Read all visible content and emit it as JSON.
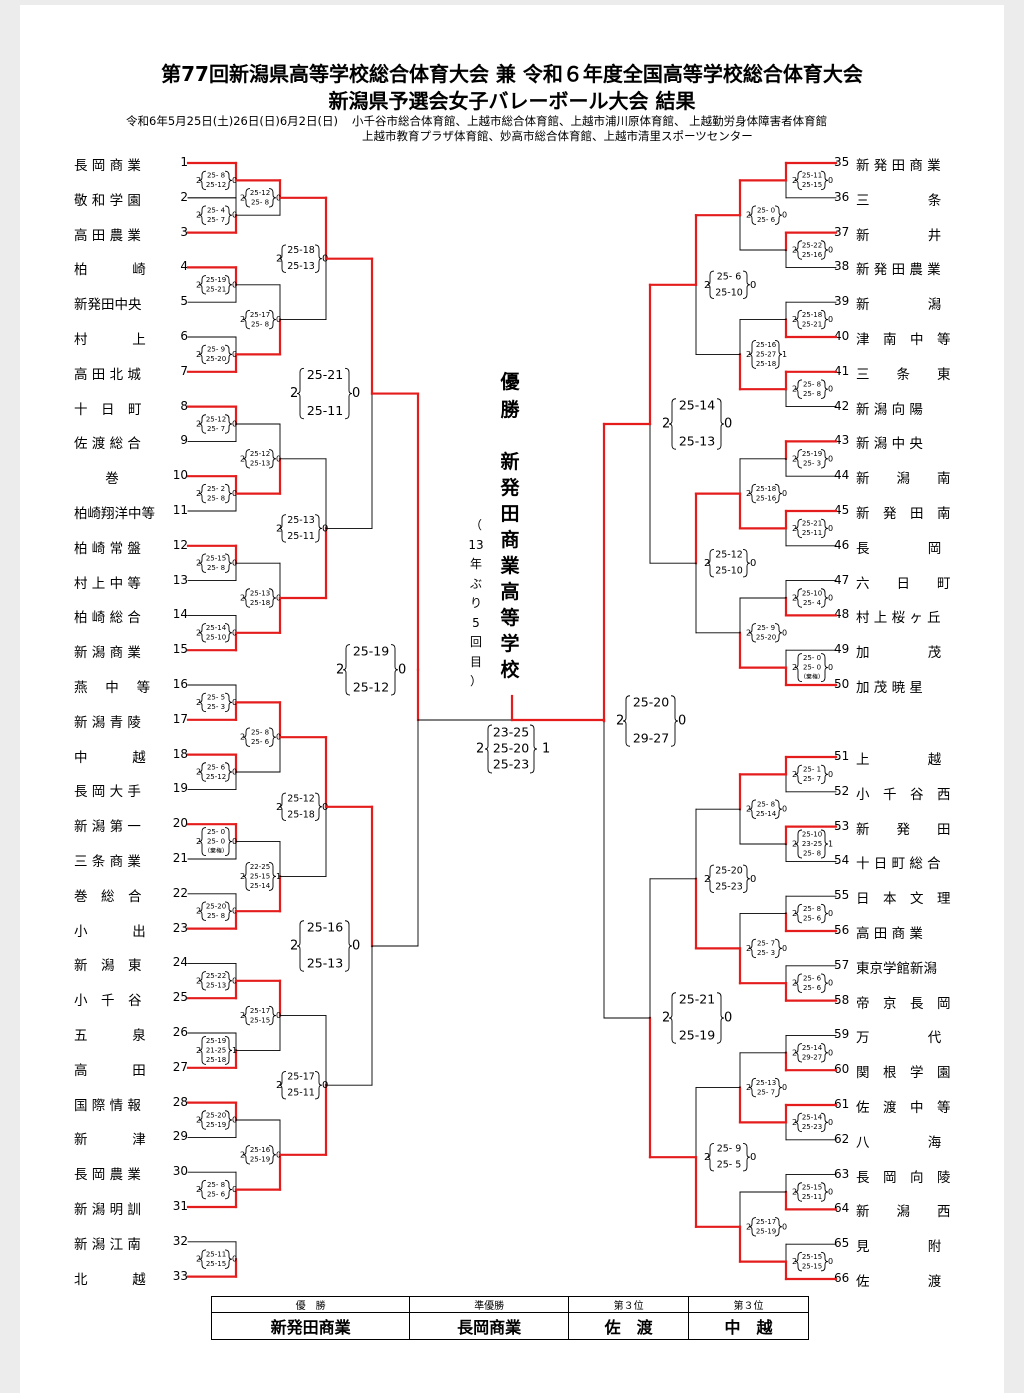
{
  "header": {
    "title_line1": "第77回新潟県高等学校総合体育大会 兼 令和６年度全国高等学校総合体育大会",
    "title_line2": "新潟県予選会女子バレーボール大会 結果",
    "dates": "令和6年5月25日(土)26日(日)6月2日(日)",
    "venues_line1": "小千谷市総合体育館、上越市総合体育館、上越市浦川原体育館、 上越勤労身体障害者体育館",
    "venues_line2": "上越市教育プラザ体育館、妙高市総合体育館、上越市清里スポーツセンター"
  },
  "teams_left": [
    {
      "no": "1",
      "name": "長 岡 商 業"
    },
    {
      "no": "2",
      "name": "敬 和 学 園"
    },
    {
      "no": "3",
      "name": "高 田 農 業"
    },
    {
      "no": "4",
      "name": "柏　　　 崎"
    },
    {
      "no": "5",
      "name": "新発田中央"
    },
    {
      "no": "6",
      "name": "村　　　 上"
    },
    {
      "no": "7",
      "name": "高 田 北 城"
    },
    {
      "no": "8",
      "name": "十　日　町"
    },
    {
      "no": "9",
      "name": "佐 渡 総 合"
    },
    {
      "no": "10",
      "name": "　　 巻"
    },
    {
      "no": "11",
      "name": "柏崎翔洋中等"
    },
    {
      "no": "12",
      "name": "柏 崎 常 盤"
    },
    {
      "no": "13",
      "name": "村 上 中 等"
    },
    {
      "no": "14",
      "name": "柏 崎 総 合"
    },
    {
      "no": "15",
      "name": "新 潟 商 業"
    },
    {
      "no": "16",
      "name": "燕　 中　 等"
    },
    {
      "no": "17",
      "name": "新 潟 青 陵"
    },
    {
      "no": "18",
      "name": "中　　　 越"
    },
    {
      "no": "19",
      "name": "長 岡 大 手"
    },
    {
      "no": "20",
      "name": "新 潟 第 一"
    },
    {
      "no": "21",
      "name": "三 条 商 業"
    },
    {
      "no": "22",
      "name": "巻　総　合"
    },
    {
      "no": "23",
      "name": "小　　　 出"
    },
    {
      "no": "24",
      "name": "新　潟　東"
    },
    {
      "no": "25",
      "name": "小　千　谷"
    },
    {
      "no": "26",
      "name": "五　　　 泉"
    },
    {
      "no": "27",
      "name": "高　　　 田"
    },
    {
      "no": "28",
      "name": "国 際 情 報"
    },
    {
      "no": "29",
      "name": "新　　　 津"
    },
    {
      "no": "30",
      "name": "長 岡 農 業"
    },
    {
      "no": "31",
      "name": "新 潟 明 訓"
    },
    {
      "no": "32",
      "name": "新 潟 江 南"
    },
    {
      "no": "33",
      "name": "北　　　 越"
    }
  ],
  "teams_right": [
    {
      "no": "35",
      "name": "新 発 田 商 業"
    },
    {
      "no": "36",
      "name": "三　　　　 条"
    },
    {
      "no": "37",
      "name": "新　　　　 井"
    },
    {
      "no": "38",
      "name": "新 発 田 農 業"
    },
    {
      "no": "39",
      "name": "新　　　　 潟"
    },
    {
      "no": "40",
      "name": "津　南　中　等"
    },
    {
      "no": "41",
      "name": "三　　条　　東"
    },
    {
      "no": "42",
      "name": "新 潟 向 陽"
    },
    {
      "no": "43",
      "name": "新 潟 中 央"
    },
    {
      "no": "44",
      "name": "新　　潟　　南"
    },
    {
      "no": "45",
      "name": "新　発　田　南"
    },
    {
      "no": "46",
      "name": "長　　　　 岡"
    },
    {
      "no": "47",
      "name": "六　　日　　町"
    },
    {
      "no": "48",
      "name": "村 上 桜 ヶ 丘"
    },
    {
      "no": "49",
      "name": "加　　　　 茂"
    },
    {
      "no": "50",
      "name": "加 茂 暁 星"
    },
    {
      "no": "51",
      "name": "上　　　　 越"
    },
    {
      "no": "52",
      "name": "小　千　谷　西"
    },
    {
      "no": "53",
      "name": "新　　発　　田"
    },
    {
      "no": "54",
      "name": "十 日 町 総 合"
    },
    {
      "no": "55",
      "name": "日　本　文　理"
    },
    {
      "no": "56",
      "name": "高 田 商 業"
    },
    {
      "no": "57",
      "name": "東京学館新潟"
    },
    {
      "no": "58",
      "name": "帝　京　長　岡"
    },
    {
      "no": "59",
      "name": "万　　　　 代"
    },
    {
      "no": "60",
      "name": "関　根　学　園"
    },
    {
      "no": "61",
      "name": "佐　渡　中　等"
    },
    {
      "no": "62",
      "name": "八　　　　 海"
    },
    {
      "no": "63",
      "name": "長　岡　向　陵"
    },
    {
      "no": "64",
      "name": "新　　潟　　西"
    },
    {
      "no": "65",
      "name": "見　　　　 附"
    },
    {
      "no": "66",
      "name": "佐　　　　 渡"
    }
  ],
  "winner_banner": {
    "label": [
      "優",
      "勝"
    ],
    "school": [
      "新",
      "発",
      "田",
      "商",
      "業",
      "高",
      "等",
      "学",
      "校"
    ],
    "note": [
      "（",
      "13",
      "年",
      "ぶ",
      "り",
      "5",
      "回",
      "目",
      "）"
    ]
  },
  "results_table": {
    "headers": [
      "優　勝",
      "準優勝",
      "第３位",
      "第３位"
    ],
    "values": [
      "新発田商業",
      "長岡商業",
      "佐　渡",
      "中　越"
    ]
  },
  "matches": [
    {
      "side": "L",
      "a": 0,
      "b": 1,
      "win": "a",
      "g": 2,
      "l": 0,
      "sets": [
        "25- 8",
        "25-12"
      ],
      "sz": "s"
    },
    {
      "side": "L",
      "a": 1,
      "b": 2,
      "win": "b",
      "g": 2,
      "l": 0,
      "sets": [
        "25- 4",
        "25- 7"
      ],
      "sz": "s",
      "lv": 0
    },
    {
      "side": "L",
      "a": 3,
      "b": 4,
      "win": "a",
      "g": 2,
      "l": 0,
      "sets": [
        "25-19",
        "25-21"
      ],
      "sz": "s"
    },
    {
      "side": "L",
      "a": 5,
      "b": 6,
      "win": "b",
      "g": 2,
      "l": 0,
      "sets": [
        "25- 9",
        "25-20"
      ],
      "sz": "s"
    },
    {
      "side": "L",
      "a": 7,
      "b": 8,
      "win": "a",
      "g": 2,
      "l": 0,
      "sets": [
        "25-12",
        "25- 7"
      ],
      "sz": "s"
    },
    {
      "side": "L",
      "a": 9,
      "b": 10,
      "win": "a",
      "g": 2,
      "l": 0,
      "sets": [
        "25- 2",
        "25- 8"
      ],
      "sz": "s"
    },
    {
      "side": "L",
      "a": 11,
      "b": 12,
      "win": "a",
      "g": 2,
      "l": 0,
      "sets": [
        "25-15",
        "25- 8"
      ],
      "sz": "s"
    },
    {
      "side": "L",
      "a": 13,
      "b": 14,
      "win": "b",
      "g": 2,
      "l": 0,
      "sets": [
        "25-14",
        "25-10"
      ],
      "sz": "s"
    },
    {
      "side": "L",
      "a": 15,
      "b": 16,
      "win": "b",
      "g": 2,
      "l": 0,
      "sets": [
        "25- 5",
        "25- 3"
      ],
      "sz": "s"
    },
    {
      "side": "L",
      "a": 17,
      "b": 18,
      "win": "a",
      "g": 2,
      "l": 0,
      "sets": [
        "25- 6",
        "25-12"
      ],
      "sz": "s"
    },
    {
      "side": "L",
      "a": 19,
      "b": 20,
      "win": "a",
      "g": 2,
      "l": 0,
      "sets": [
        "25- 0",
        "25- 0",
        "(棄権)"
      ],
      "sz": "s"
    },
    {
      "side": "L",
      "a": 21,
      "b": 22,
      "win": "b",
      "g": 2,
      "l": 0,
      "sets": [
        "25-20",
        "25- 8"
      ],
      "sz": "s"
    },
    {
      "side": "L",
      "a": 23,
      "b": 24,
      "win": "b",
      "g": 2,
      "l": 0,
      "sets": [
        "25-22",
        "25-13"
      ],
      "sz": "s"
    },
    {
      "side": "L",
      "a": 25,
      "b": 26,
      "win": "b",
      "g": 2,
      "l": 1,
      "sets": [
        "25-19",
        "21-25",
        "25-18"
      ],
      "sz": "s"
    },
    {
      "side": "L",
      "a": 27,
      "b": 28,
      "win": "a",
      "g": 2,
      "l": 0,
      "sets": [
        "25-20",
        "25-19"
      ],
      "sz": "s"
    },
    {
      "side": "L",
      "a": 29,
      "b": 30,
      "win": "b",
      "g": 2,
      "l": 0,
      "sets": [
        "25- 8",
        "25- 6"
      ],
      "sz": "s"
    },
    {
      "side": "L",
      "a": 31,
      "b": 32,
      "win": "b",
      "g": 2,
      "l": 0,
      "sets": [
        "25-11",
        "25-15"
      ],
      "sz": "s"
    },
    {
      "side": "L",
      "a": "m0",
      "b": "m1",
      "win": "a",
      "g": 2,
      "l": 0,
      "sets": [
        "25-12",
        "25- 8"
      ],
      "sz": "s"
    },
    {
      "side": "L",
      "a": "m2",
      "b": "m3",
      "win": "b",
      "g": 2,
      "l": 0,
      "sets": [
        "25-17",
        "25- 8"
      ],
      "sz": "s"
    },
    {
      "side": "L",
      "a": "m4",
      "b": "m5",
      "win": "b",
      "g": 2,
      "l": 0,
      "sets": [
        "25-12",
        "25-13"
      ],
      "sz": "s"
    },
    {
      "side": "L",
      "a": "m6",
      "b": "m7",
      "win": "b",
      "g": 2,
      "l": 0,
      "sets": [
        "25-13",
        "25-18"
      ],
      "sz": "s"
    },
    {
      "side": "L",
      "a": "m8",
      "b": "m9",
      "win": "a",
      "g": 2,
      "l": 0,
      "sets": [
        "25- 8",
        "25- 6"
      ],
      "sz": "s"
    },
    {
      "side": "L",
      "a": "m10",
      "b": "m11",
      "win": "b",
      "g": 2,
      "l": 1,
      "sets": [
        "22-25",
        "25-15",
        "25-14"
      ],
      "sz": "s"
    },
    {
      "side": "L",
      "a": "m12",
      "b": "m13",
      "win": "a",
      "g": 2,
      "l": 0,
      "sets": [
        "25-17",
        "25-15"
      ],
      "sz": "s"
    },
    {
      "side": "L",
      "a": "m14",
      "b": "m15",
      "win": "b",
      "g": 2,
      "l": 0,
      "sets": [
        "25-16",
        "25-19"
      ],
      "sz": "s"
    },
    {
      "side": "L",
      "a": "m17",
      "b": "m18",
      "win": "a",
      "g": 2,
      "l": 0,
      "sets": [
        "25-18",
        "25-13"
      ],
      "sz": "m"
    },
    {
      "side": "L",
      "a": "m19",
      "b": "m20",
      "win": "b",
      "g": 2,
      "l": 0,
      "sets": [
        "25-13",
        "25-11"
      ],
      "sz": "m"
    },
    {
      "side": "L",
      "a": "m21",
      "b": "m22",
      "win": "a",
      "g": 2,
      "l": 0,
      "sets": [
        "25-12",
        "25-18"
      ],
      "sz": "m"
    },
    {
      "side": "L",
      "a": "m23",
      "b": "m24",
      "win": "b",
      "g": 2,
      "l": 0,
      "sets": [
        "25-17",
        "25-11"
      ],
      "sz": "m"
    },
    {
      "side": "L",
      "a": "m25",
      "b": "m26",
      "win": "a",
      "g": 2,
      "l": 0,
      "sets": [
        "25-21",
        "25-11"
      ],
      "sz": "l"
    },
    {
      "side": "L",
      "a": "m27",
      "b": "m28",
      "win": "a",
      "g": 2,
      "l": 0,
      "sets": [
        "25-16",
        "25-13"
      ],
      "sz": "l"
    },
    {
      "side": "L",
      "a": "m29",
      "b": "m30",
      "win": "a",
      "g": 2,
      "l": 0,
      "sets": [
        "25-19",
        "25-12"
      ],
      "sz": "l"
    },
    {
      "side": "R",
      "a": 0,
      "b": 1,
      "win": "a",
      "g": 2,
      "l": 0,
      "sets": [
        "25-11",
        "25-15"
      ],
      "sz": "s"
    },
    {
      "side": "R",
      "a": 2,
      "b": 3,
      "win": "a",
      "g": 2,
      "l": 0,
      "sets": [
        "25-22",
        "25-16"
      ],
      "sz": "s"
    },
    {
      "side": "R",
      "a": 4,
      "b": 5,
      "win": "b",
      "g": 2,
      "l": 0,
      "sets": [
        "25-18",
        "25-21"
      ],
      "sz": "s"
    },
    {
      "side": "R",
      "a": 6,
      "b": 7,
      "win": "a",
      "g": 2,
      "l": 0,
      "sets": [
        "25- 8",
        "25- 8"
      ],
      "sz": "s"
    },
    {
      "side": "R",
      "a": 8,
      "b": 9,
      "win": "a",
      "g": 2,
      "l": 0,
      "sets": [
        "25-19",
        "25- 3"
      ],
      "sz": "s"
    },
    {
      "side": "R",
      "a": 10,
      "b": 11,
      "win": "a",
      "g": 2,
      "l": 0,
      "sets": [
        "25-21",
        "25-11"
      ],
      "sz": "s"
    },
    {
      "side": "R",
      "a": 12,
      "b": 13,
      "win": "b",
      "g": 2,
      "l": 0,
      "sets": [
        "25-10",
        "25- 4"
      ],
      "sz": "s"
    },
    {
      "side": "R",
      "a": 14,
      "b": 15,
      "win": "b",
      "g": 2,
      "l": 0,
      "sets": [
        "25- 0",
        "25- 0",
        "(棄権)"
      ],
      "sz": "s"
    },
    {
      "side": "R",
      "a": 16,
      "b": 17,
      "win": "a",
      "g": 2,
      "l": 0,
      "sets": [
        "25- 1",
        "25- 7"
      ],
      "sz": "s"
    },
    {
      "side": "R",
      "a": 18,
      "b": 19,
      "win": "a",
      "g": 2,
      "l": 1,
      "sets": [
        "25-10",
        "23-25",
        "25- 8"
      ],
      "sz": "s"
    },
    {
      "side": "R",
      "a": 20,
      "b": 21,
      "win": "b",
      "g": 2,
      "l": 0,
      "sets": [
        "25- 8",
        "25- 6"
      ],
      "sz": "s"
    },
    {
      "side": "R",
      "a": 22,
      "b": 23,
      "win": "b",
      "g": 2,
      "l": 0,
      "sets": [
        "25- 6",
        "25- 6"
      ],
      "sz": "s"
    },
    {
      "side": "R",
      "a": 24,
      "b": 25,
      "win": "b",
      "g": 2,
      "l": 0,
      "sets": [
        "25-14",
        "29-27"
      ],
      "sz": "s"
    },
    {
      "side": "R",
      "a": 26,
      "b": 27,
      "win": "a",
      "g": 2,
      "l": 0,
      "sets": [
        "25-14",
        "25-23"
      ],
      "sz": "s"
    },
    {
      "side": "R",
      "a": 28,
      "b": 29,
      "win": "b",
      "g": 2,
      "l": 0,
      "sets": [
        "25-15",
        "25-11"
      ],
      "sz": "s"
    },
    {
      "side": "R",
      "a": 30,
      "b": 31,
      "win": "b",
      "g": 2,
      "l": 0,
      "sets": [
        "25-15",
        "25-15"
      ],
      "sz": "s"
    },
    {
      "side": "R",
      "a": "m32",
      "b": "m33",
      "win": "a",
      "g": 2,
      "l": 0,
      "sets": [
        "25- 0",
        "25- 6"
      ],
      "sz": "s"
    },
    {
      "side": "R",
      "a": "m34",
      "b": "m35",
      "win": "b",
      "g": 2,
      "l": 1,
      "sets": [
        "25-16",
        "25-27",
        "25-18"
      ],
      "sz": "s"
    },
    {
      "side": "R",
      "a": "m36",
      "b": "m37",
      "win": "b",
      "g": 2,
      "l": 0,
      "sets": [
        "25-18",
        "25-16"
      ],
      "sz": "s"
    },
    {
      "side": "R",
      "a": "m38",
      "b": "m39",
      "win": "b",
      "g": 2,
      "l": 0,
      "sets": [
        "25- 9",
        "25-20"
      ],
      "sz": "s"
    },
    {
      "side": "R",
      "a": "m40",
      "b": "m41",
      "win": "a",
      "g": 2,
      "l": 0,
      "sets": [
        "25- 8",
        "25-14"
      ],
      "sz": "s"
    },
    {
      "side": "R",
      "a": "m42",
      "b": "m43",
      "win": "b",
      "g": 2,
      "l": 0,
      "sets": [
        "25- 7",
        "25- 3"
      ],
      "sz": "s"
    },
    {
      "side": "R",
      "a": "m44",
      "b": "m45",
      "win": "b",
      "g": 2,
      "l": 0,
      "sets": [
        "25-13",
        "25- 7"
      ],
      "sz": "s"
    },
    {
      "side": "R",
      "a": "m46",
      "b": "m47",
      "win": "b",
      "g": 2,
      "l": 0,
      "sets": [
        "25-17",
        "25-19"
      ],
      "sz": "s"
    },
    {
      "side": "R",
      "a": "m48",
      "b": "m49",
      "win": "a",
      "g": 2,
      "l": 0,
      "sets": [
        "25- 6",
        "25-10"
      ],
      "sz": "m"
    },
    {
      "side": "R",
      "a": "m50",
      "b": "m51",
      "win": "a",
      "g": 2,
      "l": 0,
      "sets": [
        "25-12",
        "25-10"
      ],
      "sz": "m"
    },
    {
      "side": "R",
      "a": "m52",
      "b": "m53",
      "win": "b",
      "g": 2,
      "l": 0,
      "sets": [
        "25-20",
        "25-23"
      ],
      "sz": "m"
    },
    {
      "side": "R",
      "a": "m54",
      "b": "m55",
      "win": "b",
      "g": 2,
      "l": 0,
      "sets": [
        "25- 9",
        "25- 5"
      ],
      "sz": "m"
    },
    {
      "side": "R",
      "a": "m56",
      "b": "m57",
      "win": "a",
      "g": 2,
      "l": 0,
      "sets": [
        "25-14",
        "25-13"
      ],
      "sz": "l"
    },
    {
      "side": "R",
      "a": "m58",
      "b": "m59",
      "win": "b",
      "g": 2,
      "l": 0,
      "sets": [
        "25-21",
        "25-19"
      ],
      "sz": "l"
    },
    {
      "side": "R",
      "a": "m60",
      "b": "m61",
      "win": "a",
      "g": 2,
      "l": 0,
      "sets": [
        "25-20",
        "29-27"
      ],
      "sz": "l"
    }
  ],
  "final": {
    "g": 2,
    "l": 1,
    "sets": [
      "23-25",
      "25-20",
      "25-23"
    ]
  },
  "colors": {
    "win_line": "#e41c1c",
    "lose_line": "#000000"
  }
}
